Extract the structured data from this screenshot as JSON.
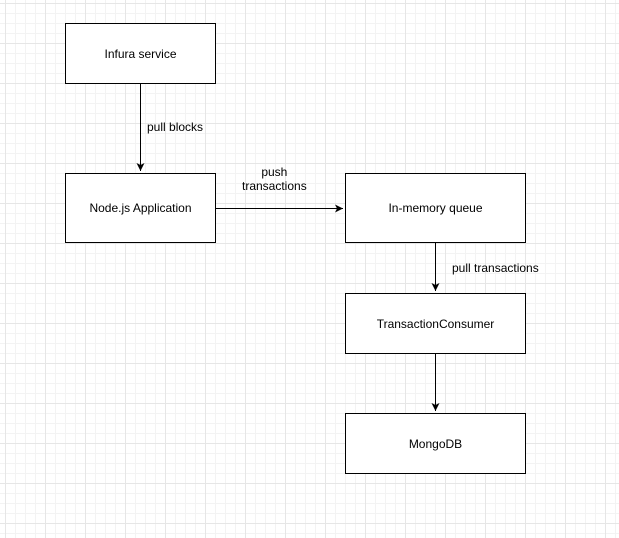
{
  "nodes": {
    "infura": "Infura service",
    "node_app": "Node.js Application",
    "queue": "In-memory queue",
    "consumer": "TransactionConsumer",
    "mongo": "MongoDB"
  },
  "edges": {
    "pull_blocks": "pull blocks",
    "push_line1": "push",
    "push_line2": "transactions",
    "pull_transactions": "pull transactions"
  },
  "colors": {
    "stroke": "#000000",
    "grid_major": "#e6e6e6",
    "grid_minor": "#f3f3f3",
    "background": "#ffffff"
  }
}
